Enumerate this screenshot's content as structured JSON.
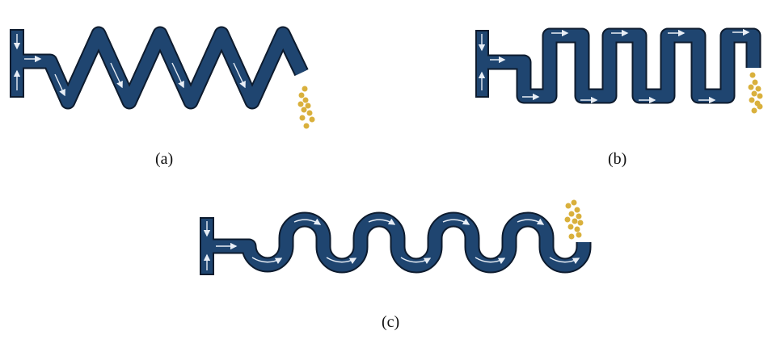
{
  "figure": {
    "panels": [
      {
        "id": "a",
        "caption": "(a)",
        "shape": "zigzag channel"
      },
      {
        "id": "b",
        "caption": "(b)",
        "shape": "square serpentine channel"
      },
      {
        "id": "c",
        "caption": "(c)",
        "shape": "curved serpentine channel"
      }
    ],
    "colors": {
      "channel": "#1f4570",
      "outline": "#0d1b2e",
      "particles": "#d9b03c",
      "flow_arrows": "#e8eef6"
    }
  }
}
